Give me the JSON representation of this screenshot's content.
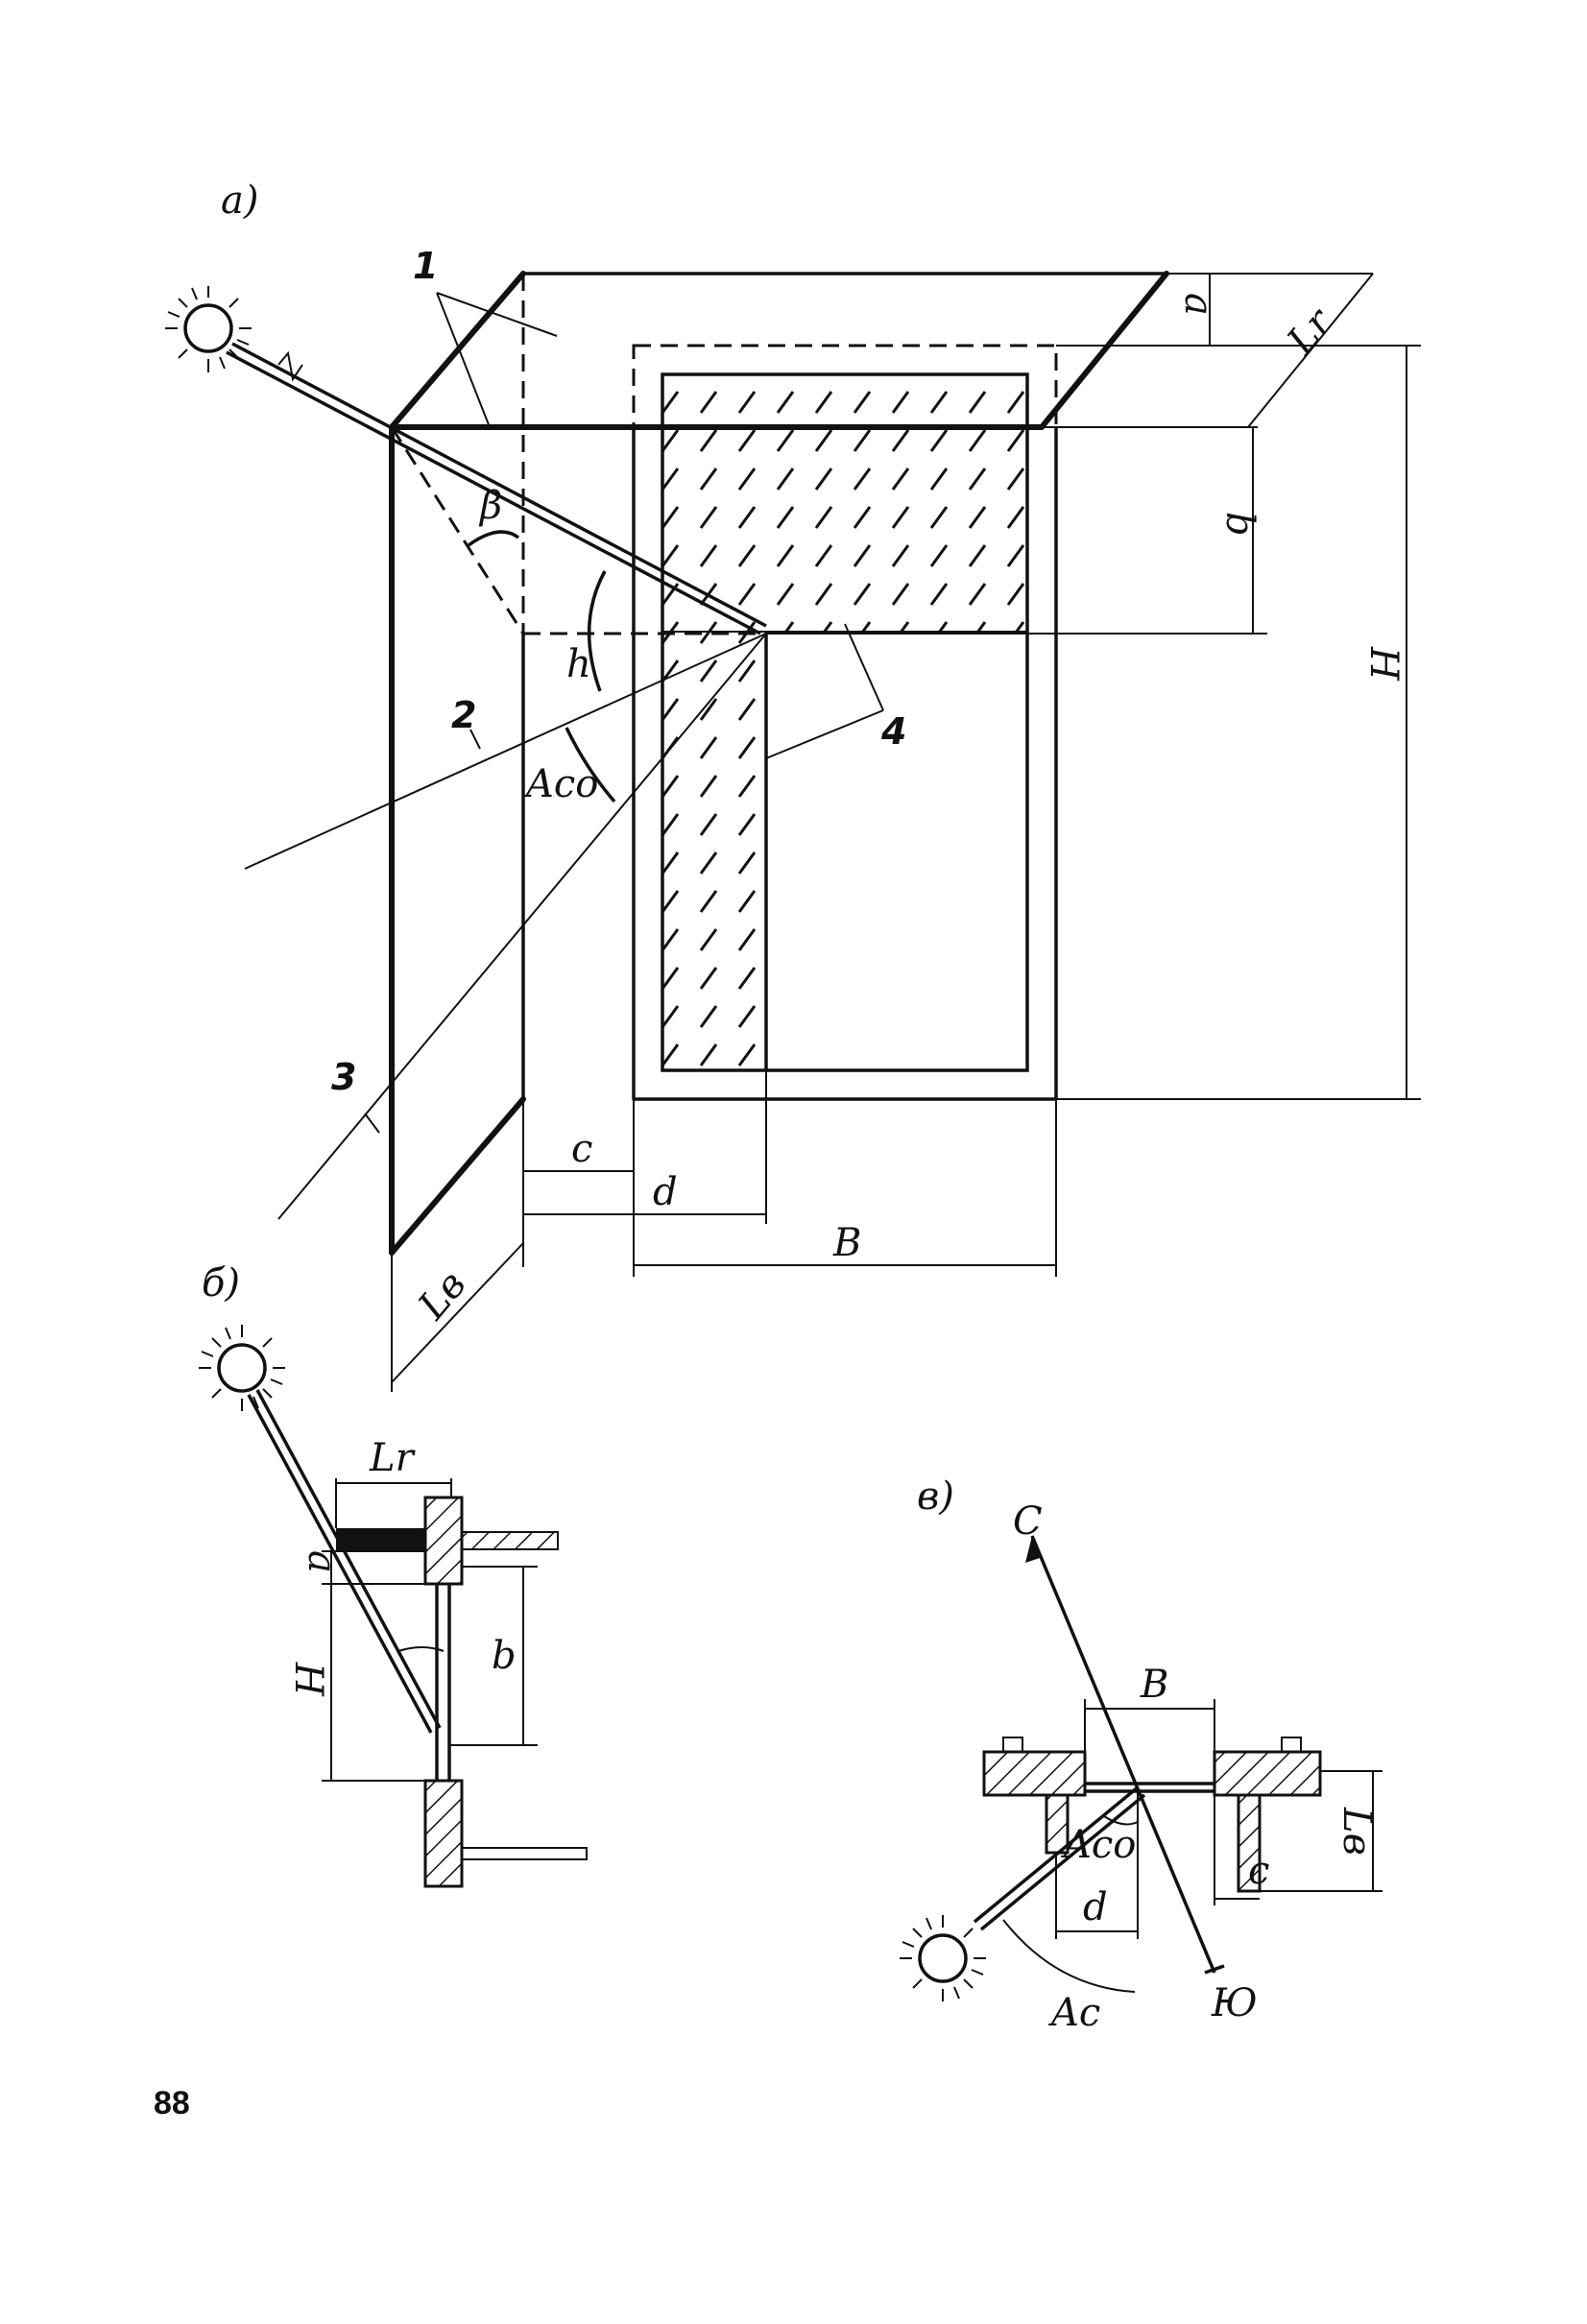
{
  "figure_a": {
    "panel_label": "a)",
    "callouts": [
      "1",
      "2",
      "3",
      "4"
    ],
    "angles": {
      "beta": "β",
      "h": "h",
      "aco": "Aco"
    },
    "dims": {
      "a": "a",
      "lr": "Lr",
      "b": "b",
      "H": "H",
      "c": "c",
      "d": "d",
      "B": "B",
      "lv": "Lв"
    }
  },
  "figure_b": {
    "panel_label": "б)",
    "dims": {
      "lr": "Lr",
      "a": "a",
      "H": "H",
      "b": "b"
    }
  },
  "figure_v": {
    "panel_label": "в)",
    "north": "С",
    "south": "Ю",
    "dims": {
      "B": "B",
      "lv": "Lв",
      "aco": "Aco",
      "d": "d",
      "c": "c",
      "ac": "Ac"
    }
  },
  "page_number": "88"
}
